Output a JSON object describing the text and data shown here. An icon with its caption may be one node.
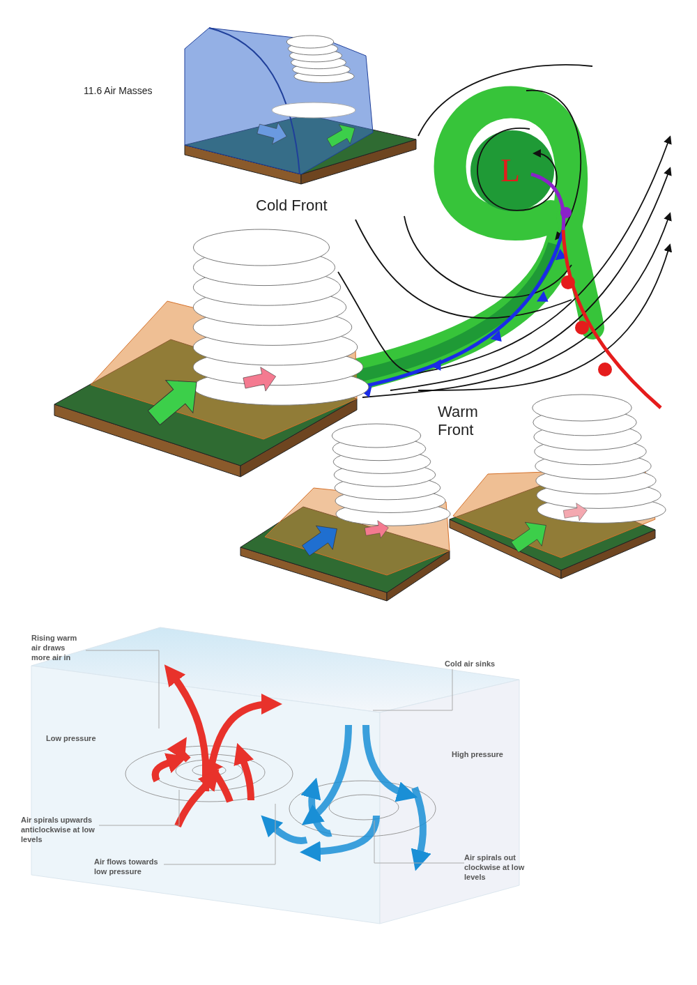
{
  "diagram": {
    "title": "11.6 Air Masses",
    "nodes": [
      {
        "text": [
          "Rising warm air draws more air in"
        ]
      },
      {
        "text": [
          "Cold air sinks"
        ]
      },
      {
        "text": [
          "Air spirals upwards anticlockwise at low levels"
        ]
      },
      {
        "text": [
          "Air flows towards low pressure"
        ]
      },
      {
        "text": [
          "Air spirals out clockwise at low levels"
        ]
      }
    ],
    "edges": [
      {
        "from": 0,
        "to": null,
        "arrow": "none"
      },
      {
        "from": 1,
        "to": null,
        "arrow": "none"
      },
      {
        "from": 2,
        "to": null,
        "arrow": "none"
      },
      {
        "from": 3,
        "to": null,
        "arrow": "none"
      },
      {
        "from": 4,
        "to": null,
        "arrow": "none"
      }
    ],
    "labels": [
      "L",
      "Cold Front",
      "Warm Front",
      "Low pressure",
      "High pressure"
    ]
  }
}
